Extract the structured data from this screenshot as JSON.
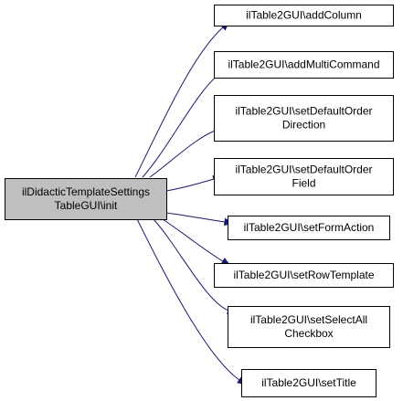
{
  "diagram": {
    "root": {
      "lines": [
        "ilDidacticTemplateSettings",
        "TableGUI\\init"
      ]
    },
    "targets": [
      {
        "lines": [
          "ilTable2GUI\\addColumn"
        ]
      },
      {
        "lines": [
          "ilTable2GUI\\addMultiCommand"
        ]
      },
      {
        "lines": [
          "ilTable2GUI\\setDefaultOrder",
          "Direction"
        ]
      },
      {
        "lines": [
          "ilTable2GUI\\setDefaultOrder",
          "Field"
        ]
      },
      {
        "lines": [
          "ilTable2GUI\\setFormAction"
        ]
      },
      {
        "lines": [
          "ilTable2GUI\\setRowTemplate"
        ]
      },
      {
        "lines": [
          "ilTable2GUI\\setSelectAll",
          "Checkbox"
        ]
      },
      {
        "lines": [
          "ilTable2GUI\\setTitle"
        ]
      }
    ],
    "colors": {
      "edge": "#191970",
      "root_fill": "#bfbfbf",
      "node_fill": "#ffffff",
      "border": "#000000"
    }
  }
}
